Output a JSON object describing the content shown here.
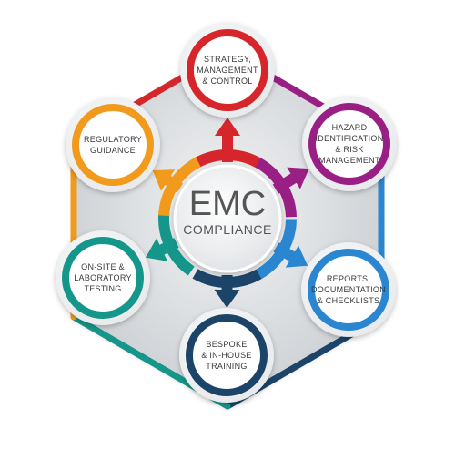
{
  "hub": {
    "title": "EMC",
    "subtitle": "COMPLIANCE"
  },
  "nodes": [
    {
      "id": "strategy",
      "color": "#d7262b",
      "lines": [
        "STRATEGY,",
        "MANAGEMENT",
        "& CONTROL"
      ]
    },
    {
      "id": "hazard",
      "color": "#9a1f84",
      "lines": [
        "HAZARD",
        "IDENTIFICATION",
        "& RISK",
        "MANAGEMENT"
      ]
    },
    {
      "id": "reports",
      "color": "#2a86d0",
      "lines": [
        "REPORTS,",
        "DOCUMENTATION",
        "& CHECKLISTS"
      ]
    },
    {
      "id": "training",
      "color": "#1b4468",
      "lines": [
        "BESPOKE",
        "& IN-HOUSE",
        "TRAINING"
      ]
    },
    {
      "id": "testing",
      "color": "#15968a",
      "lines": [
        "ON-SITE &",
        "LABORATORY",
        "TESTING"
      ]
    },
    {
      "id": "regulatory",
      "color": "#f19a1c",
      "lines": [
        "REGULATORY",
        "GUIDANCE"
      ]
    }
  ]
}
